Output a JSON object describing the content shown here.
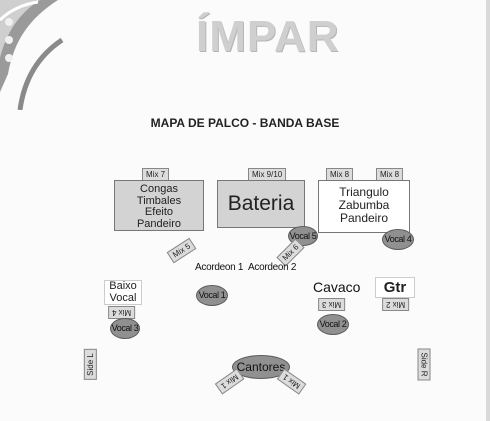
{
  "logo": {
    "text": "ÍMPAR"
  },
  "title": "MAPA DE PALCO - BANDA BASE",
  "mix_tags": {
    "mix7": "Mix 7",
    "mix910": "Mix 9/10",
    "mix8a": "Mix 8",
    "mix8b": "Mix 8",
    "mix5": "Mix 5",
    "mix6": "Mix 6",
    "mix4": "Mix 4",
    "mix3": "Mix 3",
    "mix2": "Mix 2",
    "sideL": "Side L",
    "sideR": "Side R",
    "mix1a": "Mix 1",
    "mix1b": "Mix 1"
  },
  "boxes": {
    "percussion": [
      "Congas",
      "Timbales",
      "Efeito",
      "Pandeiro"
    ],
    "drums": "Bateria",
    "forro": [
      "Triangulo",
      "Zabumba",
      "Pandeiro"
    ],
    "bass": [
      "Baixo",
      "Vocal"
    ]
  },
  "instruments": {
    "accordion1": "Acordeon 1",
    "accordion2": "Acordeon 2",
    "cavaco": "Cavaco",
    "guitar": "Gtr"
  },
  "vocals": {
    "vocal1": "Vocal 1",
    "vocal2": "Vocal 2",
    "vocal3": "Vocal 3",
    "vocal4": "Vocal 4",
    "vocal5": "Vocal 5",
    "singers": "Cantores"
  }
}
